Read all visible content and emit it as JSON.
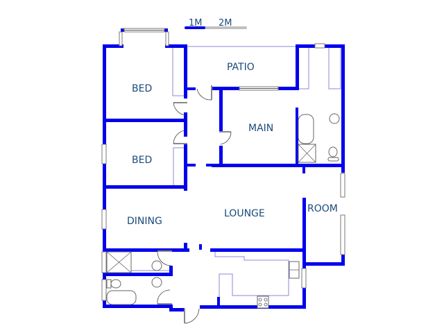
{
  "scale_bar": {
    "labels": [
      "1M",
      "2M"
    ],
    "colors": {
      "filled": "#0000ee",
      "empty": "#c0c0c0"
    }
  },
  "colors": {
    "wall": "#0000ee",
    "text": "#1a4a7a",
    "fixture_line": "#8a8ad8",
    "background": "#ffffff"
  },
  "rooms": [
    {
      "id": "bed1",
      "label": "BED"
    },
    {
      "id": "patio",
      "label": "PATIO"
    },
    {
      "id": "main",
      "label": "MAIN"
    },
    {
      "id": "bed2",
      "label": "BED"
    },
    {
      "id": "dining",
      "label": "DINING"
    },
    {
      "id": "lounge",
      "label": "LOUNGE"
    },
    {
      "id": "room",
      "label": "ROOM"
    }
  ]
}
